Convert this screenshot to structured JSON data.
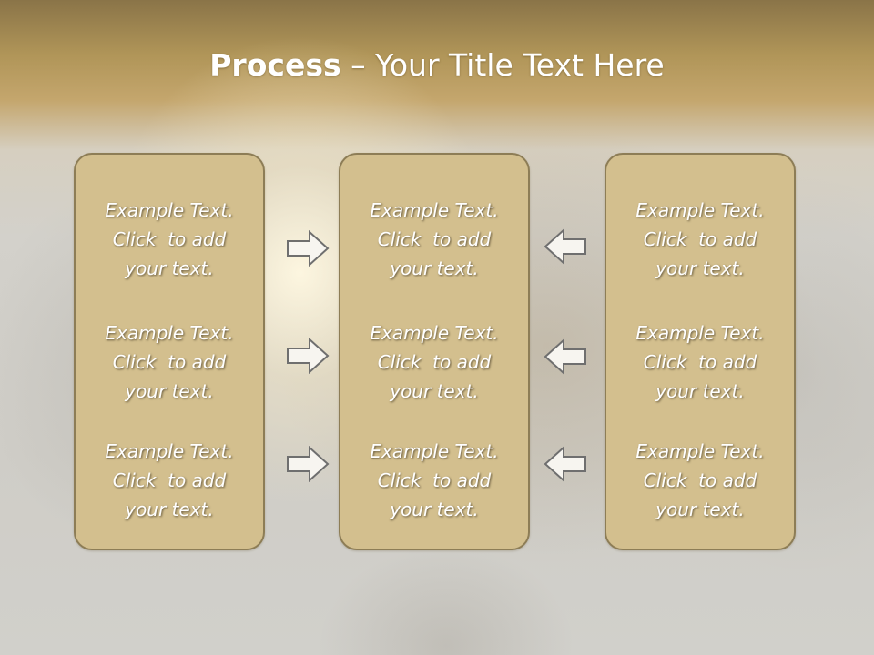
{
  "slide": {
    "title_bold": "Process",
    "title_rest": " – Your Title Text Here"
  },
  "columns": [
    {
      "entries": [
        {
          "line1": "Example Text.",
          "line2": "Click  to add",
          "line3": "your text."
        },
        {
          "line1": "Example Text.",
          "line2": "Click  to add",
          "line3": "your text."
        },
        {
          "line1": "Example Text.",
          "line2": "Click  to add",
          "line3": "your text."
        }
      ]
    },
    {
      "entries": [
        {
          "line1": "Example Text.",
          "line2": "Click  to add",
          "line3": "your text."
        },
        {
          "line1": "Example Text.",
          "line2": "Click  to add",
          "line3": "your text."
        },
        {
          "line1": "Example Text.",
          "line2": "Click  to add",
          "line3": "your text."
        }
      ]
    },
    {
      "entries": [
        {
          "line1": "Example Text.",
          "line2": "Click  to add",
          "line3": "your text."
        },
        {
          "line1": "Example Text.",
          "line2": "Click  to add",
          "line3": "your text."
        },
        {
          "line1": "Example Text.",
          "line2": "Click  to add",
          "line3": "your text."
        }
      ]
    }
  ],
  "arrows": {
    "left_side": [
      "right-arrow-icon",
      "right-arrow-icon",
      "right-arrow-icon"
    ],
    "right_side": [
      "left-arrow-icon",
      "left-arrow-icon",
      "left-arrow-icon"
    ]
  },
  "colors": {
    "box_fill": "#d3bf8e",
    "box_border": "#8d7d56",
    "header_band": "#b09558",
    "arrow_fill": "#f7f5f0",
    "arrow_stroke": "#6f6f6f"
  }
}
